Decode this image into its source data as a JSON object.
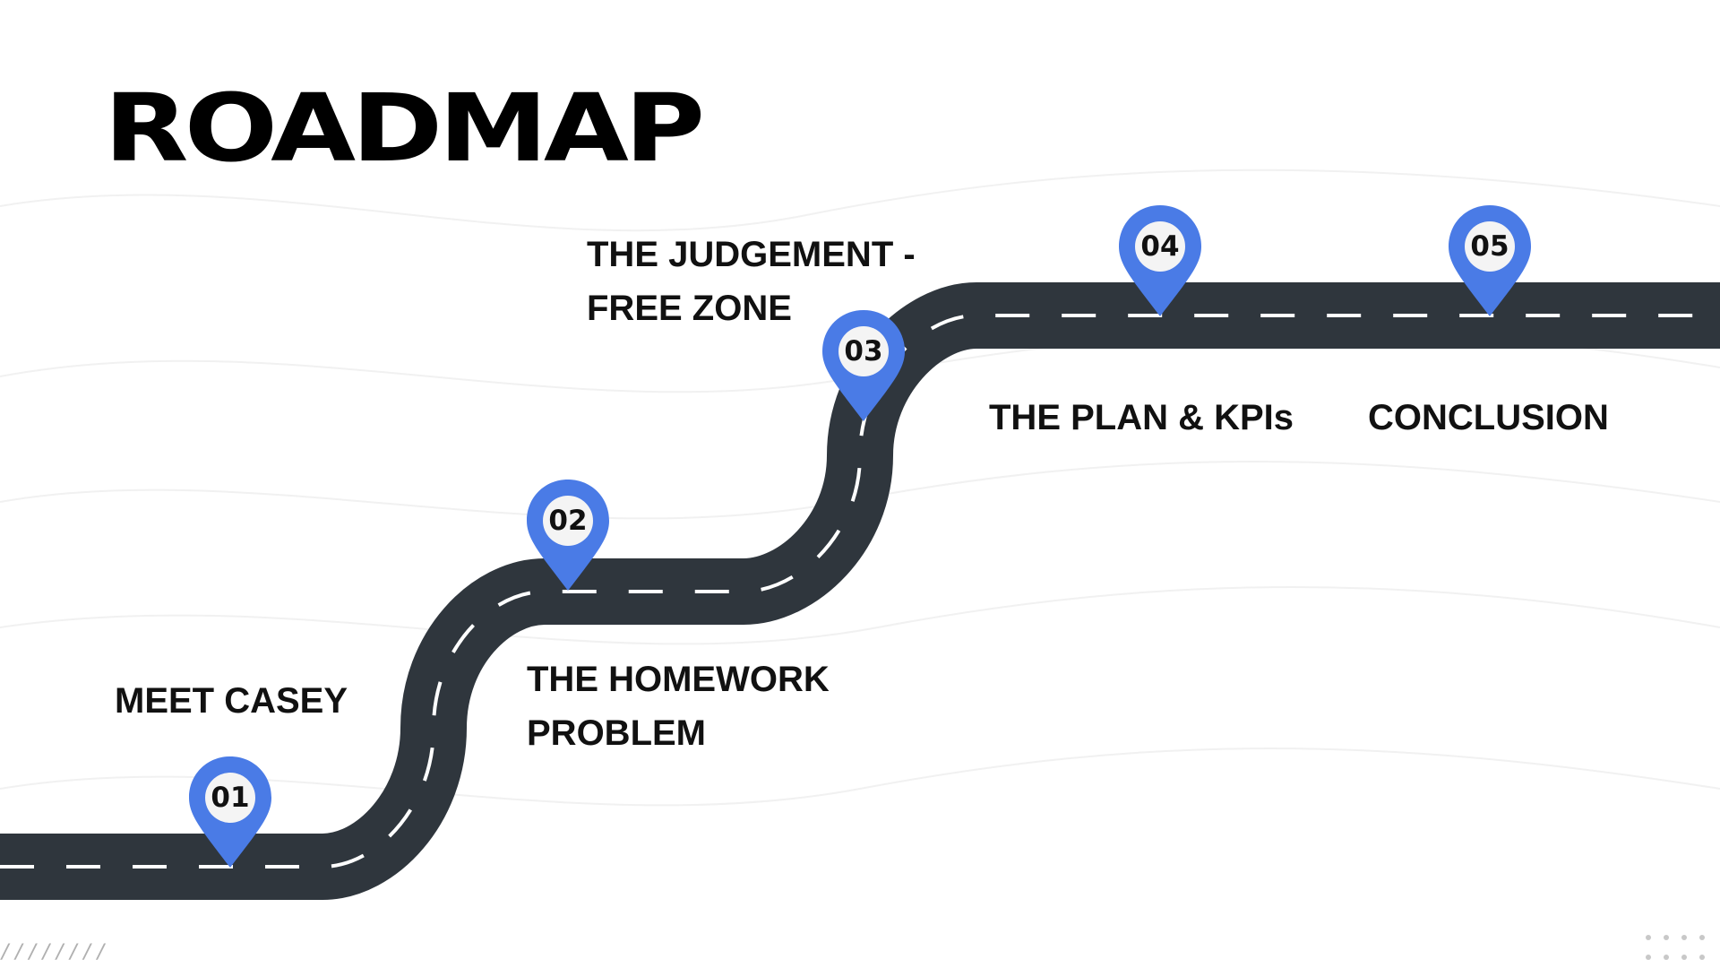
{
  "slide": {
    "title": "ROADMAP",
    "footer_slashes": "////////"
  },
  "milestones": [
    {
      "number": "01",
      "label_lines": [
        "MEET CASEY"
      ]
    },
    {
      "number": "02",
      "label_lines": [
        "THE HOMEWORK",
        "PROBLEM"
      ]
    },
    {
      "number": "03",
      "label_lines": [
        "THE JUDGEMENT -",
        "FREE ZONE"
      ]
    },
    {
      "number": "04",
      "label_lines": [
        "THE PLAN & KPIs"
      ]
    },
    {
      "number": "05",
      "label_lines": [
        "CONCLUSION"
      ]
    }
  ],
  "colors": {
    "road": "#2f363d",
    "road_dash": "#ffffff",
    "pin": "#4a7be6",
    "pin_inner": "#f4f4f4",
    "text": "#111111"
  },
  "icons": {
    "pin": "map-pin-icon",
    "dots": "dot-grid-icon"
  }
}
